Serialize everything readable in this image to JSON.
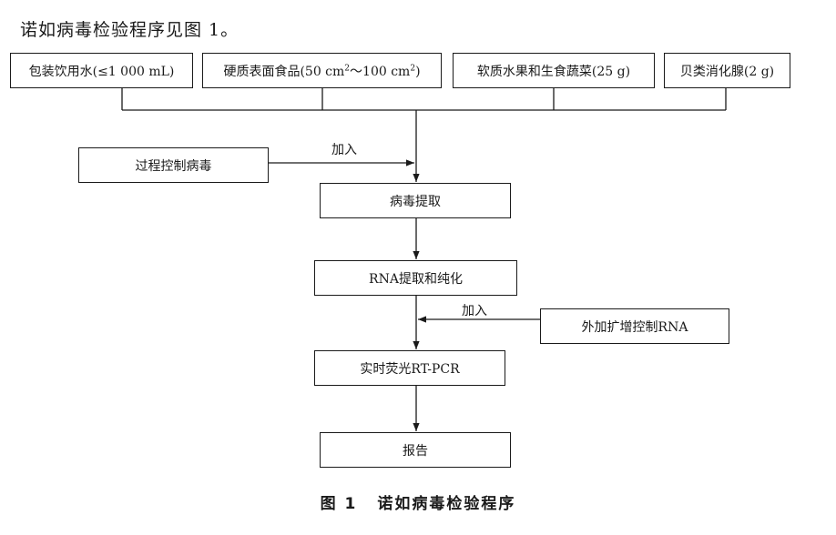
{
  "intro": "诺如病毒检验程序见图 1。",
  "samples": {
    "water_label": "包装饮用水(≤1 000 mL)",
    "surface_prefix": "硬质表面食品(50 cm",
    "surface_mid": "～100 cm",
    "surface_suffix": ")",
    "surface_exp": "2",
    "fruit_label": "软质水果和生食蔬菜(25 g)",
    "shellfish_label": "贝类消化腺(2 g)"
  },
  "process_control": {
    "label": "过程控制病毒",
    "arrow_label": "加入"
  },
  "steps": {
    "virus_extraction": "病毒提取",
    "rna_extraction": "RNA提取和纯化",
    "rt_pcr": "实时荧光RT-PCR",
    "report": "报告"
  },
  "amplification_control": {
    "label": "外加扩增控制RNA",
    "arrow_label": "加入"
  },
  "caption": {
    "number": "图 1",
    "title": "诺如病毒检验程序"
  },
  "colors": {
    "line": "#1a1a1a"
  }
}
